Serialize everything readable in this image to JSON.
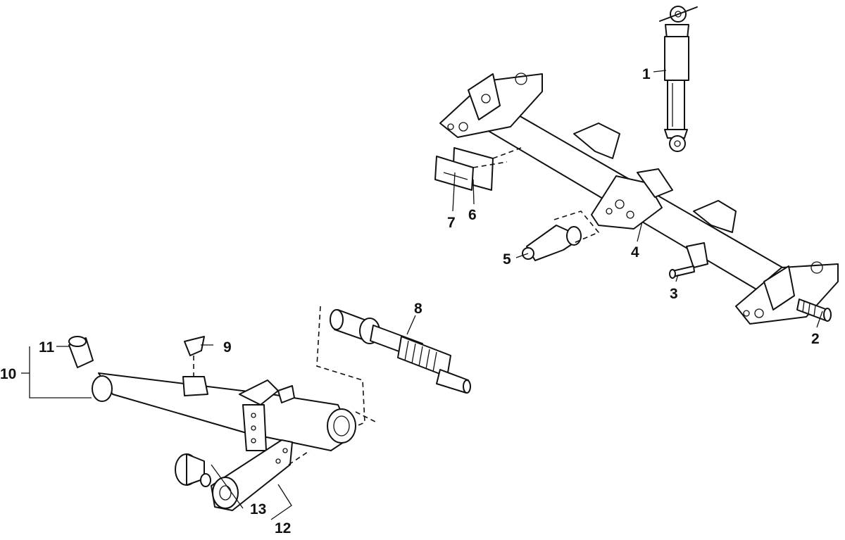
{
  "diagram": {
    "callouts": {
      "c1": "1",
      "c2": "2",
      "c3": "3",
      "c4": "4",
      "c5": "5",
      "c6": "6",
      "c7": "7",
      "c8": "8",
      "c9": "9",
      "c10": "10",
      "c11": "11",
      "c12": "12",
      "c13": "13"
    },
    "colors": {
      "ink": "#111111",
      "background": "#ffffff"
    }
  }
}
